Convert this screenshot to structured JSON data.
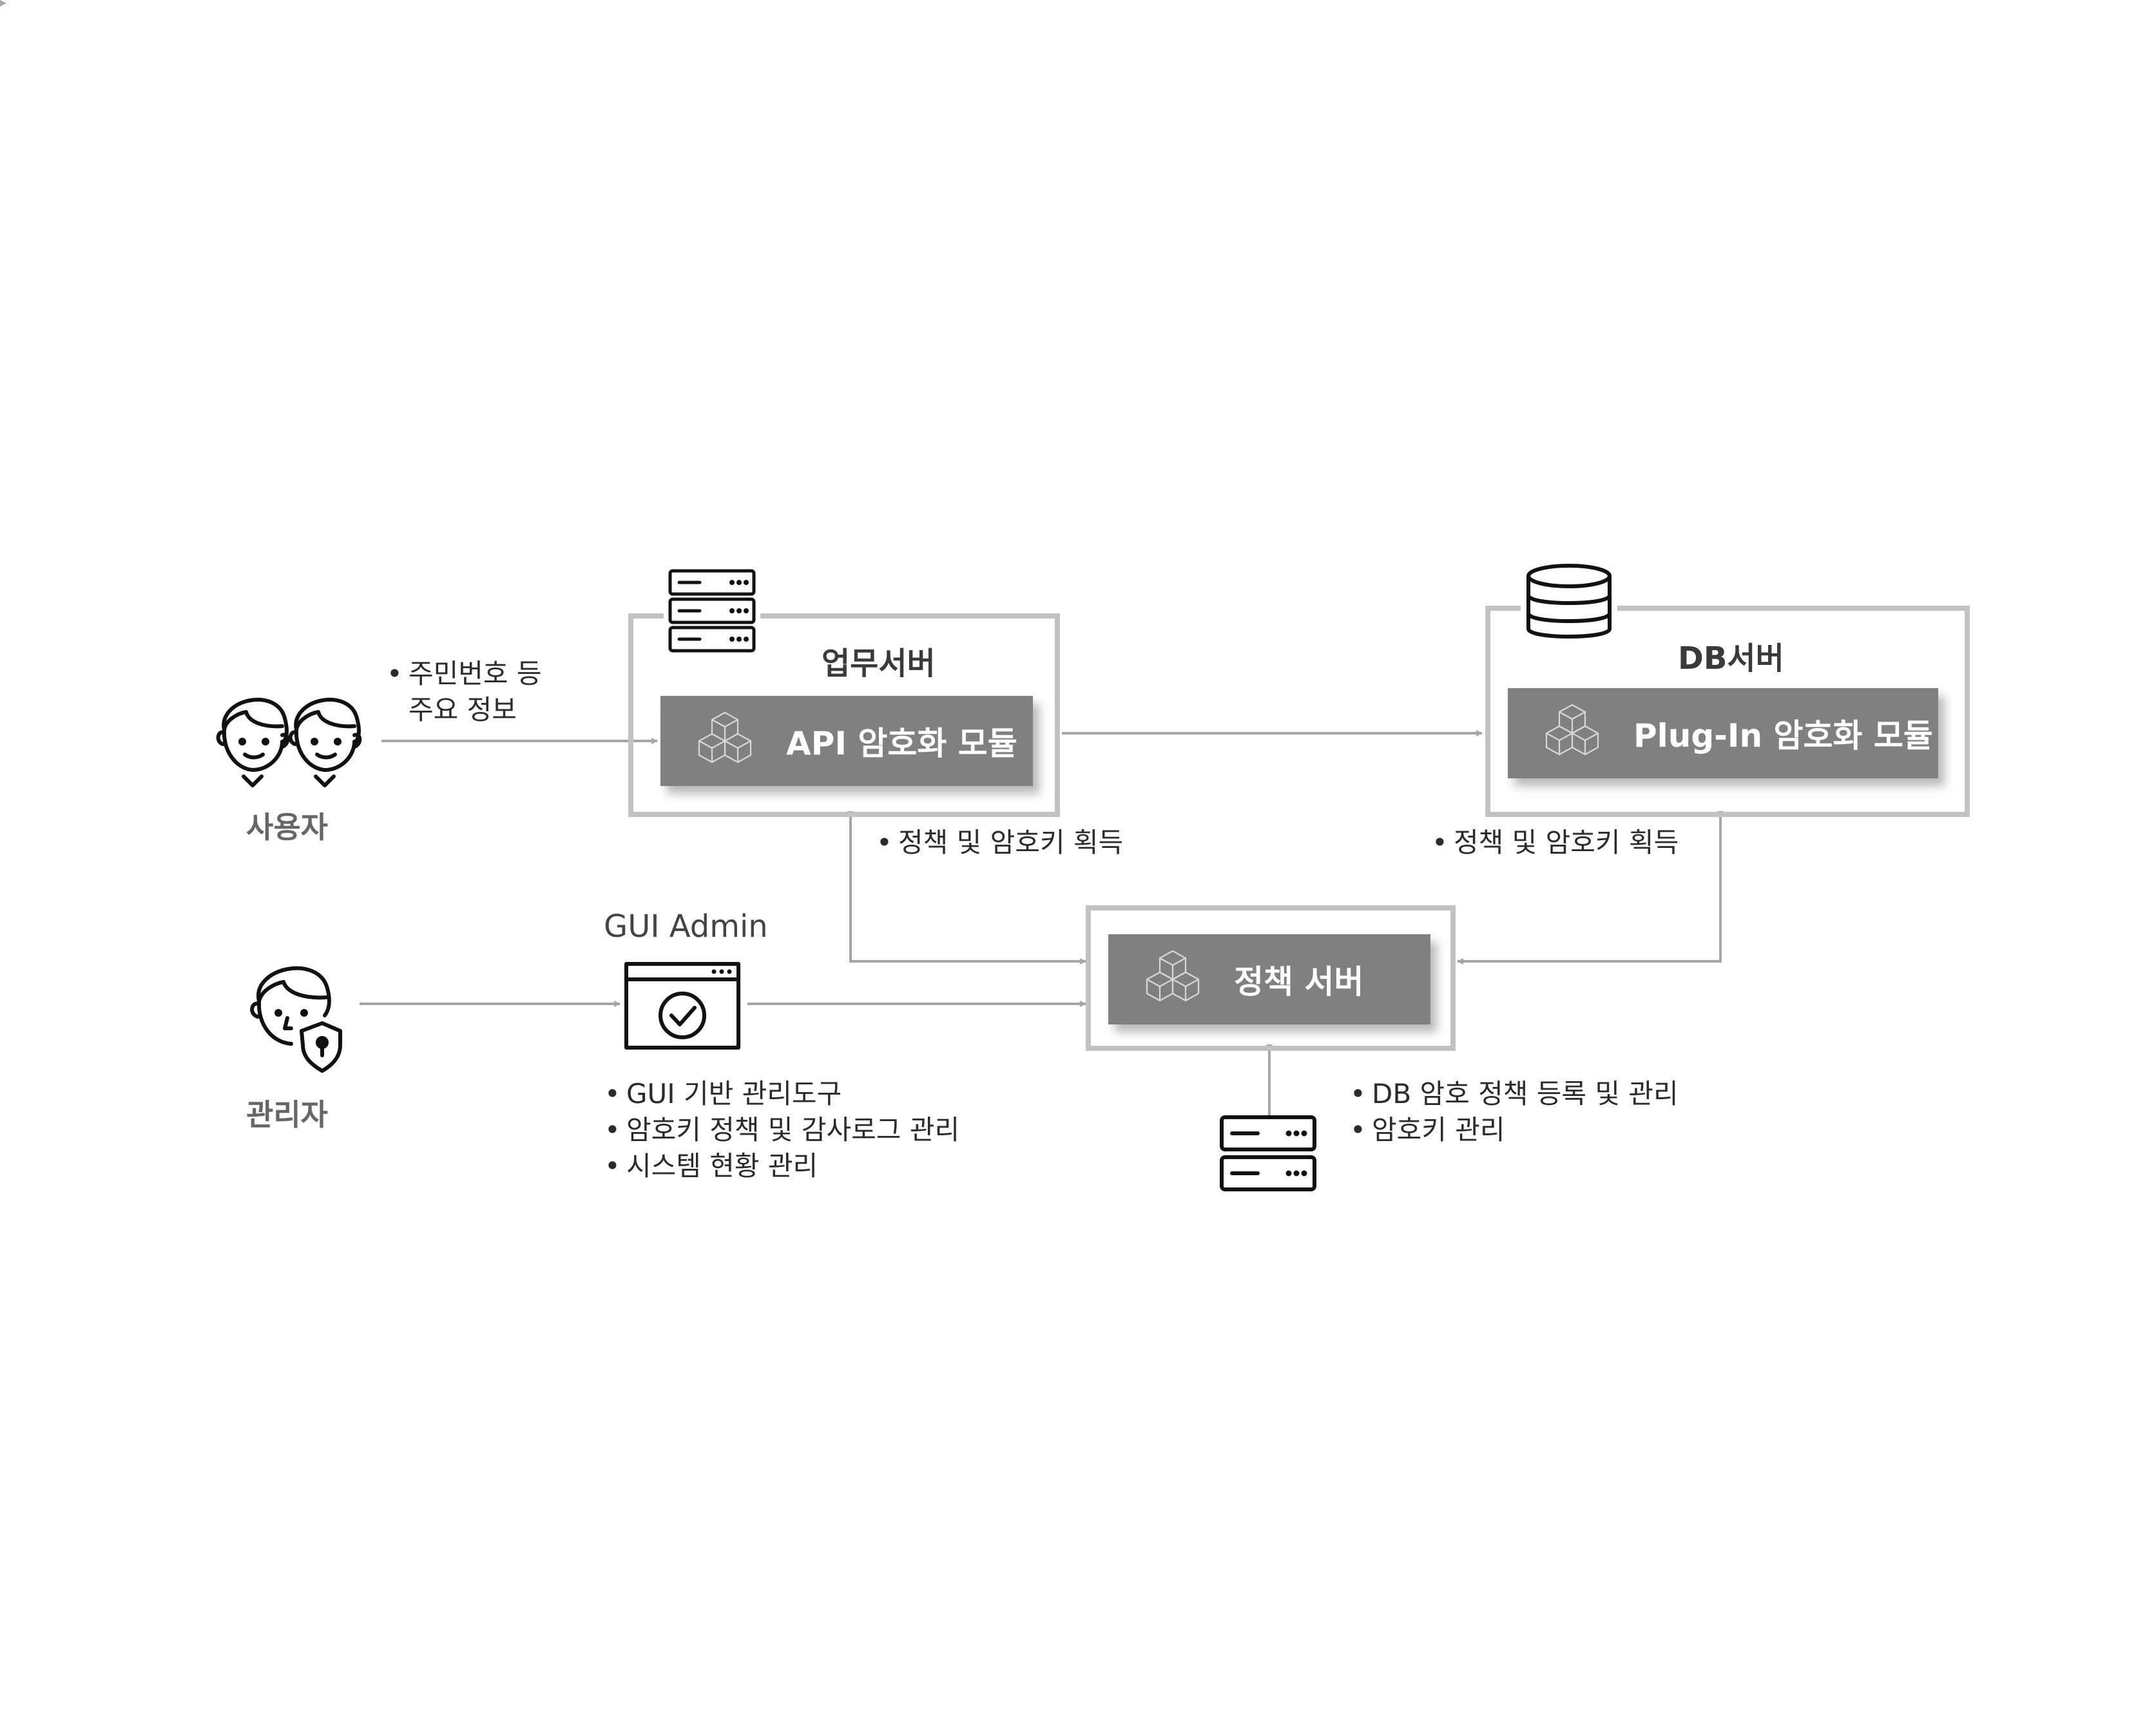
{
  "users": {
    "label": "사용자"
  },
  "admin": {
    "label": "관리자"
  },
  "user_input_note": [
    "주민번호 등",
    "주요 정보"
  ],
  "app_server": {
    "title": "업무서버",
    "module_label": "API 암호화 모듈"
  },
  "db_server": {
    "title": "DB서버",
    "module_label": "Plug-In 암호화 모듈"
  },
  "policy_server": {
    "module_label": "정책 서버"
  },
  "gui_admin": {
    "title": "GUI Admin"
  },
  "app_policy_note": [
    "정책 및 암호키 획득"
  ],
  "db_policy_note": [
    "정책 및 암호키 획득"
  ],
  "gui_notes": [
    "GUI 기반 관리도구",
    "암호키 정책 및 감사로그 관리",
    "시스템 현황 관리"
  ],
  "policy_notes": [
    "DB 암호 정책 등록 및 관리",
    "암호키 관리"
  ],
  "colors": {
    "frame": "#c2c2c2",
    "module": "#808080",
    "arrow": "#a6a6a6",
    "icon": "#111111"
  }
}
